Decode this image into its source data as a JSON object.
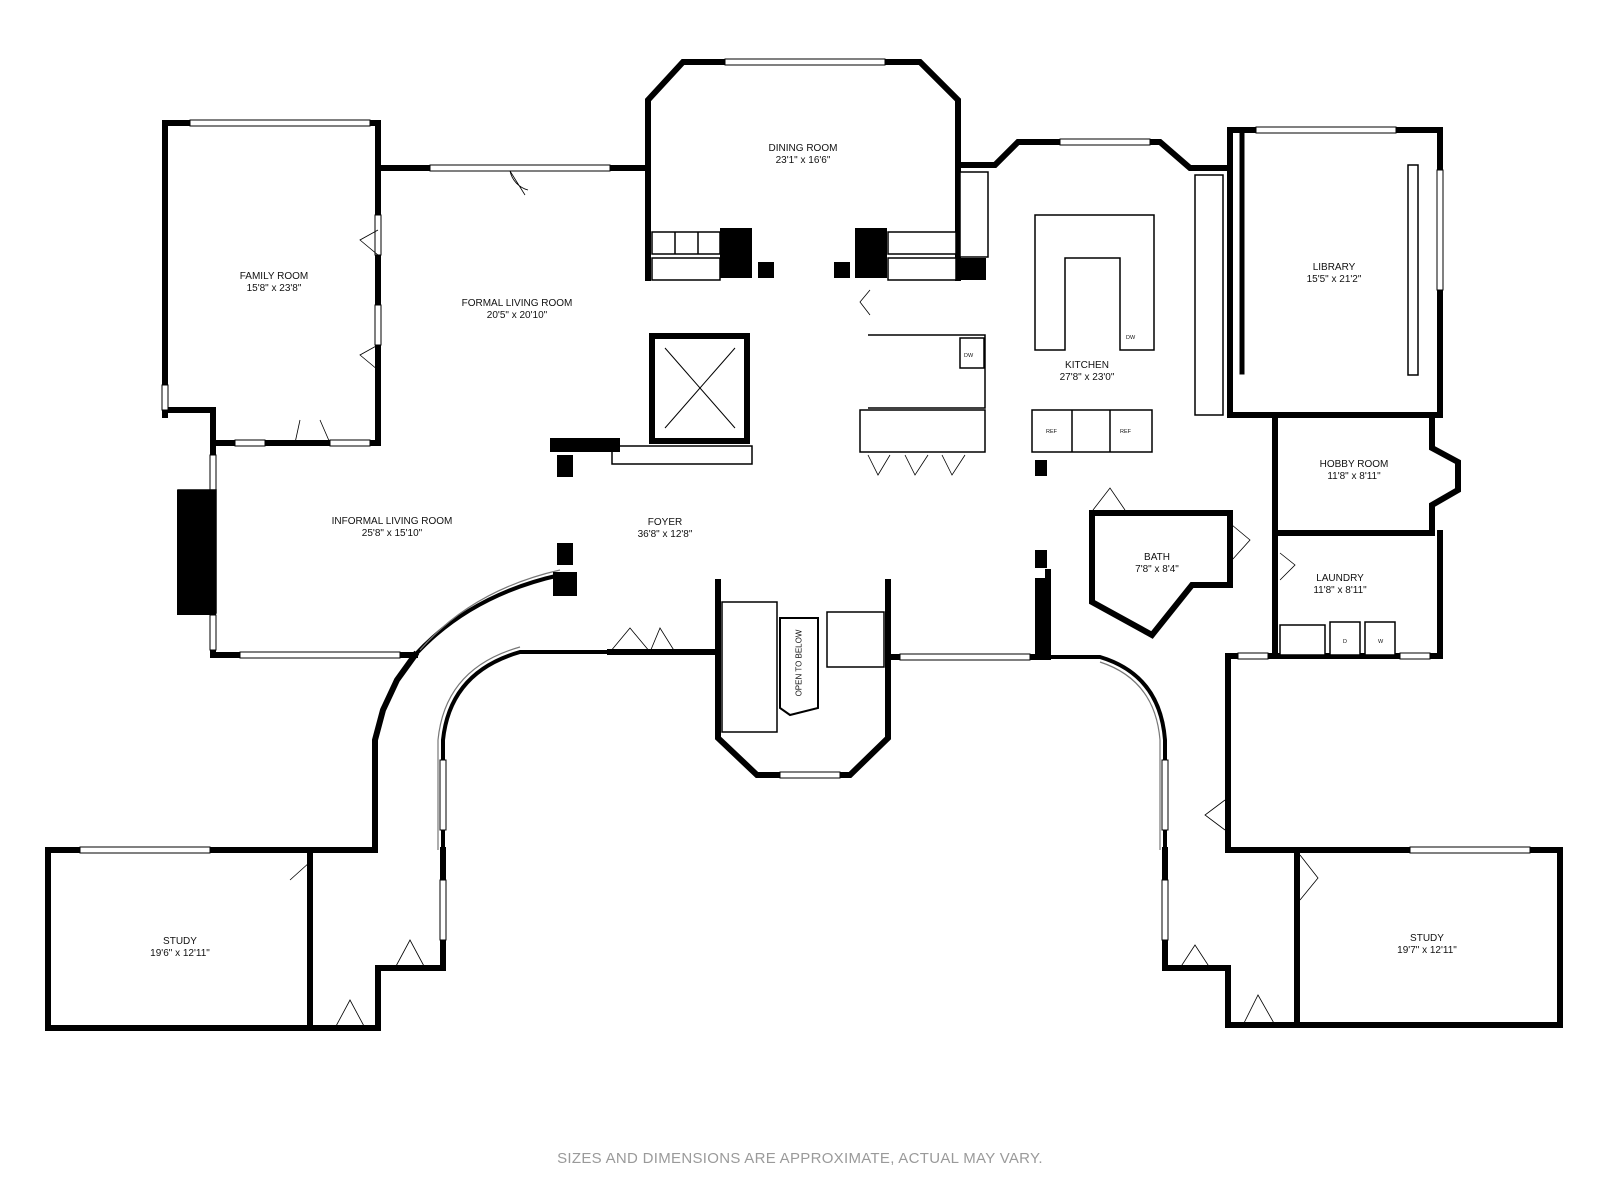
{
  "rooms": [
    {
      "id": "dining-room",
      "name": "DINING ROOM",
      "dims": "23'1\" x 16'6\""
    },
    {
      "id": "family-room",
      "name": "FAMILY ROOM",
      "dims": "15'8\" x 23'8\""
    },
    {
      "id": "formal-living-room",
      "name": "FORMAL LIVING ROOM",
      "dims": "20'5\" x 20'10\""
    },
    {
      "id": "kitchen",
      "name": "KITCHEN",
      "dims": "27'8\" x 23'0\""
    },
    {
      "id": "library",
      "name": "LIBRARY",
      "dims": "15'5\" x 21'2\""
    },
    {
      "id": "hobby-room",
      "name": "HOBBY ROOM",
      "dims": "11'8\" x 8'11\""
    },
    {
      "id": "informal-living-room",
      "name": "INFORMAL LIVING ROOM",
      "dims": "25'8\" x 15'10\""
    },
    {
      "id": "foyer",
      "name": "FOYER",
      "dims": "36'8\" x 12'8\""
    },
    {
      "id": "bath",
      "name": "BATH",
      "dims": "7'8\" x 8'4\""
    },
    {
      "id": "laundry",
      "name": "LAUNDRY",
      "dims": "11'8\" x 8'11\""
    },
    {
      "id": "study-left",
      "name": "STUDY",
      "dims": "19'6\" x 12'11\""
    },
    {
      "id": "study-right",
      "name": "STUDY",
      "dims": "19'7\" x 12'11\""
    }
  ],
  "stair_label": "OPEN TO BELOW",
  "appliances": {
    "dishwasher": "DW",
    "refrigerator": "REF",
    "dryer": "D",
    "washer": "W"
  },
  "disclaimer": "SIZES AND DIMENSIONS ARE APPROXIMATE, ACTUAL MAY VARY."
}
